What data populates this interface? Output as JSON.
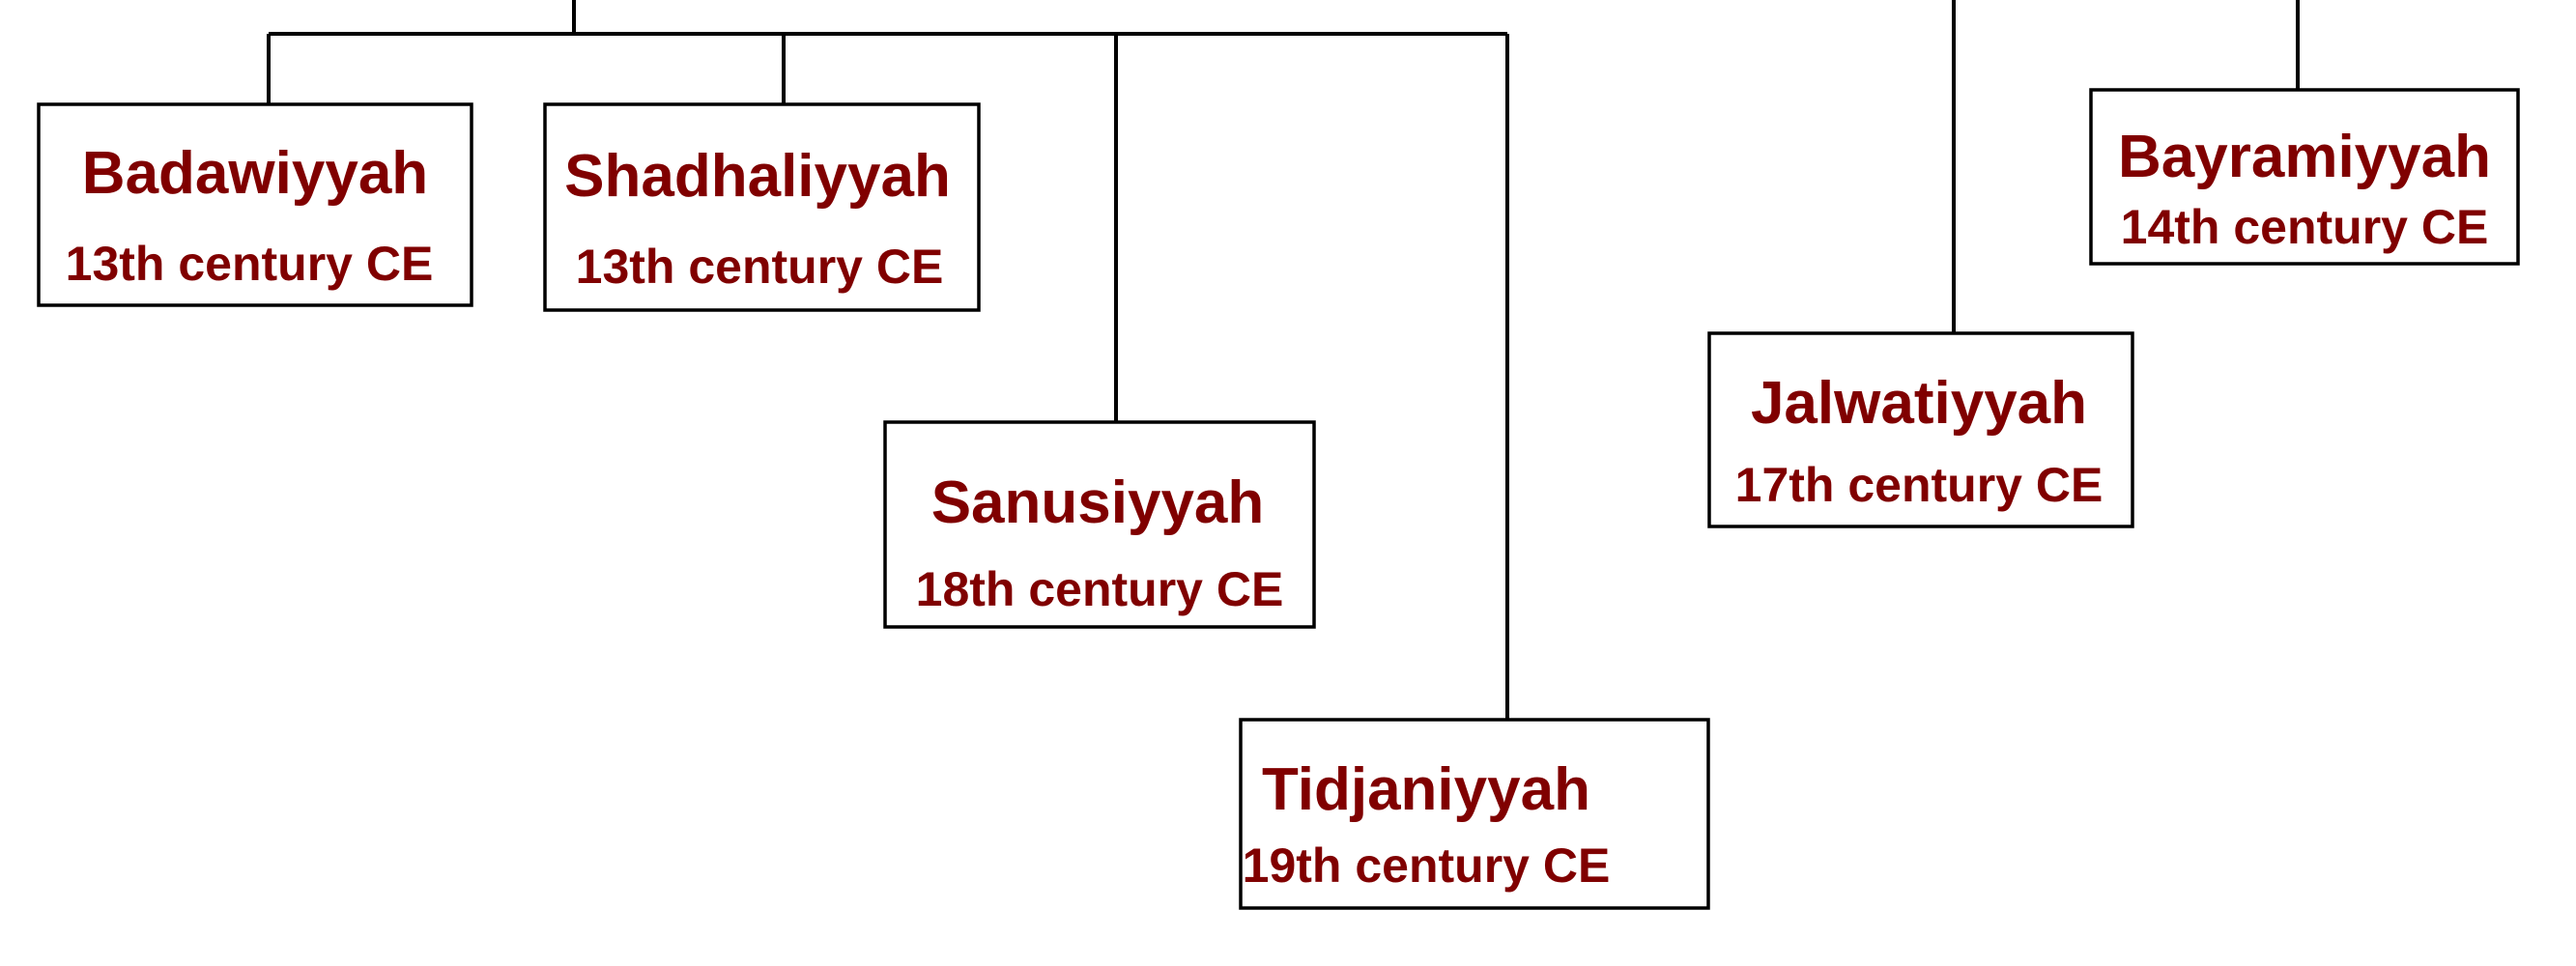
{
  "colors": {
    "text": "#800000",
    "box_border": "#000000",
    "connector": "#000000",
    "background": "#ffffff"
  },
  "nodes": [
    {
      "name": "Badawiyyah",
      "century": "13th century CE"
    },
    {
      "name": "Shadhaliyyah",
      "century": "13th century CE"
    },
    {
      "name": "Sanusiyyah",
      "century": "18th century CE"
    },
    {
      "name": "Tidjaniyyah",
      "century": "19th century CE"
    },
    {
      "name": "Jalwatiyyah",
      "century": "17th century CE"
    },
    {
      "name": "Bayramiyyah",
      "century": "14th century CE"
    }
  ]
}
